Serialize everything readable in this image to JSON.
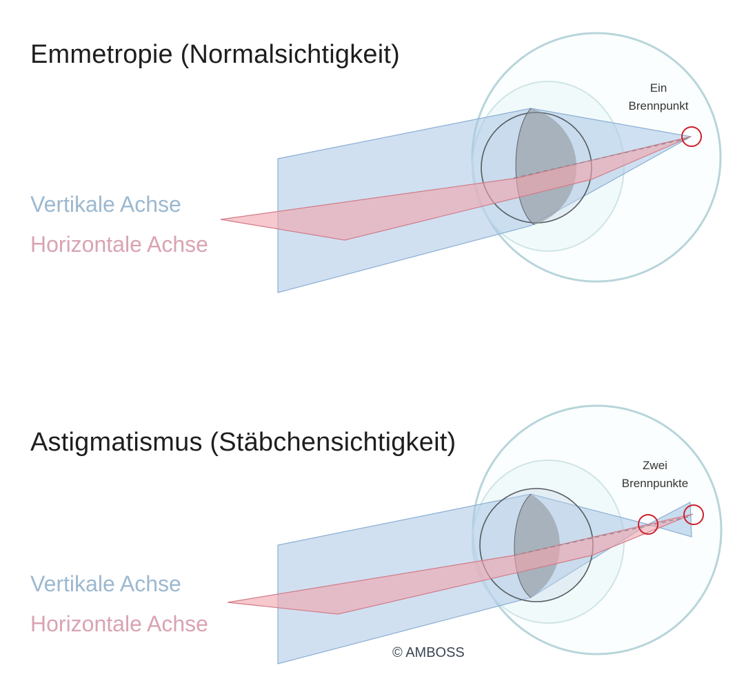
{
  "panels": [
    {
      "title": "Emmetropie (Normalsichtigkeit)",
      "vertical_axis_label": "Vertikale Achse",
      "horizontal_axis_label": "Horizontale Achse",
      "focus_label_line1": "Ein",
      "focus_label_line2": "Brennpunkt"
    },
    {
      "title": "Astigmatismus (Stäbchensichtigkeit)",
      "vertical_axis_label": "Vertikale Achse",
      "horizontal_axis_label": "Horizontale Achse",
      "focus_label_line1": "Zwei",
      "focus_label_line2": "Brennpunkte"
    }
  ],
  "copyright": "© AMBOSS",
  "colors": {
    "vertical_axis": "#9cb8cf",
    "horizontal_axis": "#d9a3b2",
    "vertical_plane_fill": "#a9c6e6",
    "horizontal_plane_fill": "#f1a3ac",
    "focal_point_ring": "#cc1f2a",
    "eye_outline": "#b7d5da",
    "lens_fill": "#8a8f96"
  }
}
